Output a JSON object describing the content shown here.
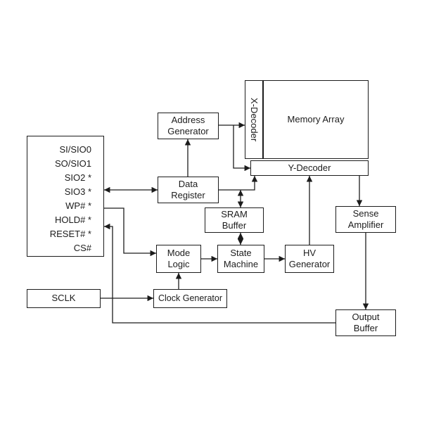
{
  "diagram": {
    "pins": [
      "SI/SIO0",
      "SO/SIO1",
      "SIO2 *",
      "SIO3 *",
      "WP# *",
      "HOLD# *",
      "RESET# *",
      "CS#"
    ],
    "sclk_label": "SCLK",
    "blocks": {
      "address_generator": "Address Generator",
      "x_decoder": "X-Decoder",
      "memory_array": "Memory Array",
      "y_decoder": "Y-Decoder",
      "data_register": "Data Register",
      "sram_buffer": "SRAM Buffer",
      "mode_logic": "Mode Logic",
      "state_machine": "State Machine",
      "hv_generator": "HV Generator",
      "clock_generator": "Clock Generator",
      "sense_amplifier": "Sense Amplifier",
      "output_buffer": "Output Buffer"
    },
    "line_color": "#1c1c1c"
  }
}
